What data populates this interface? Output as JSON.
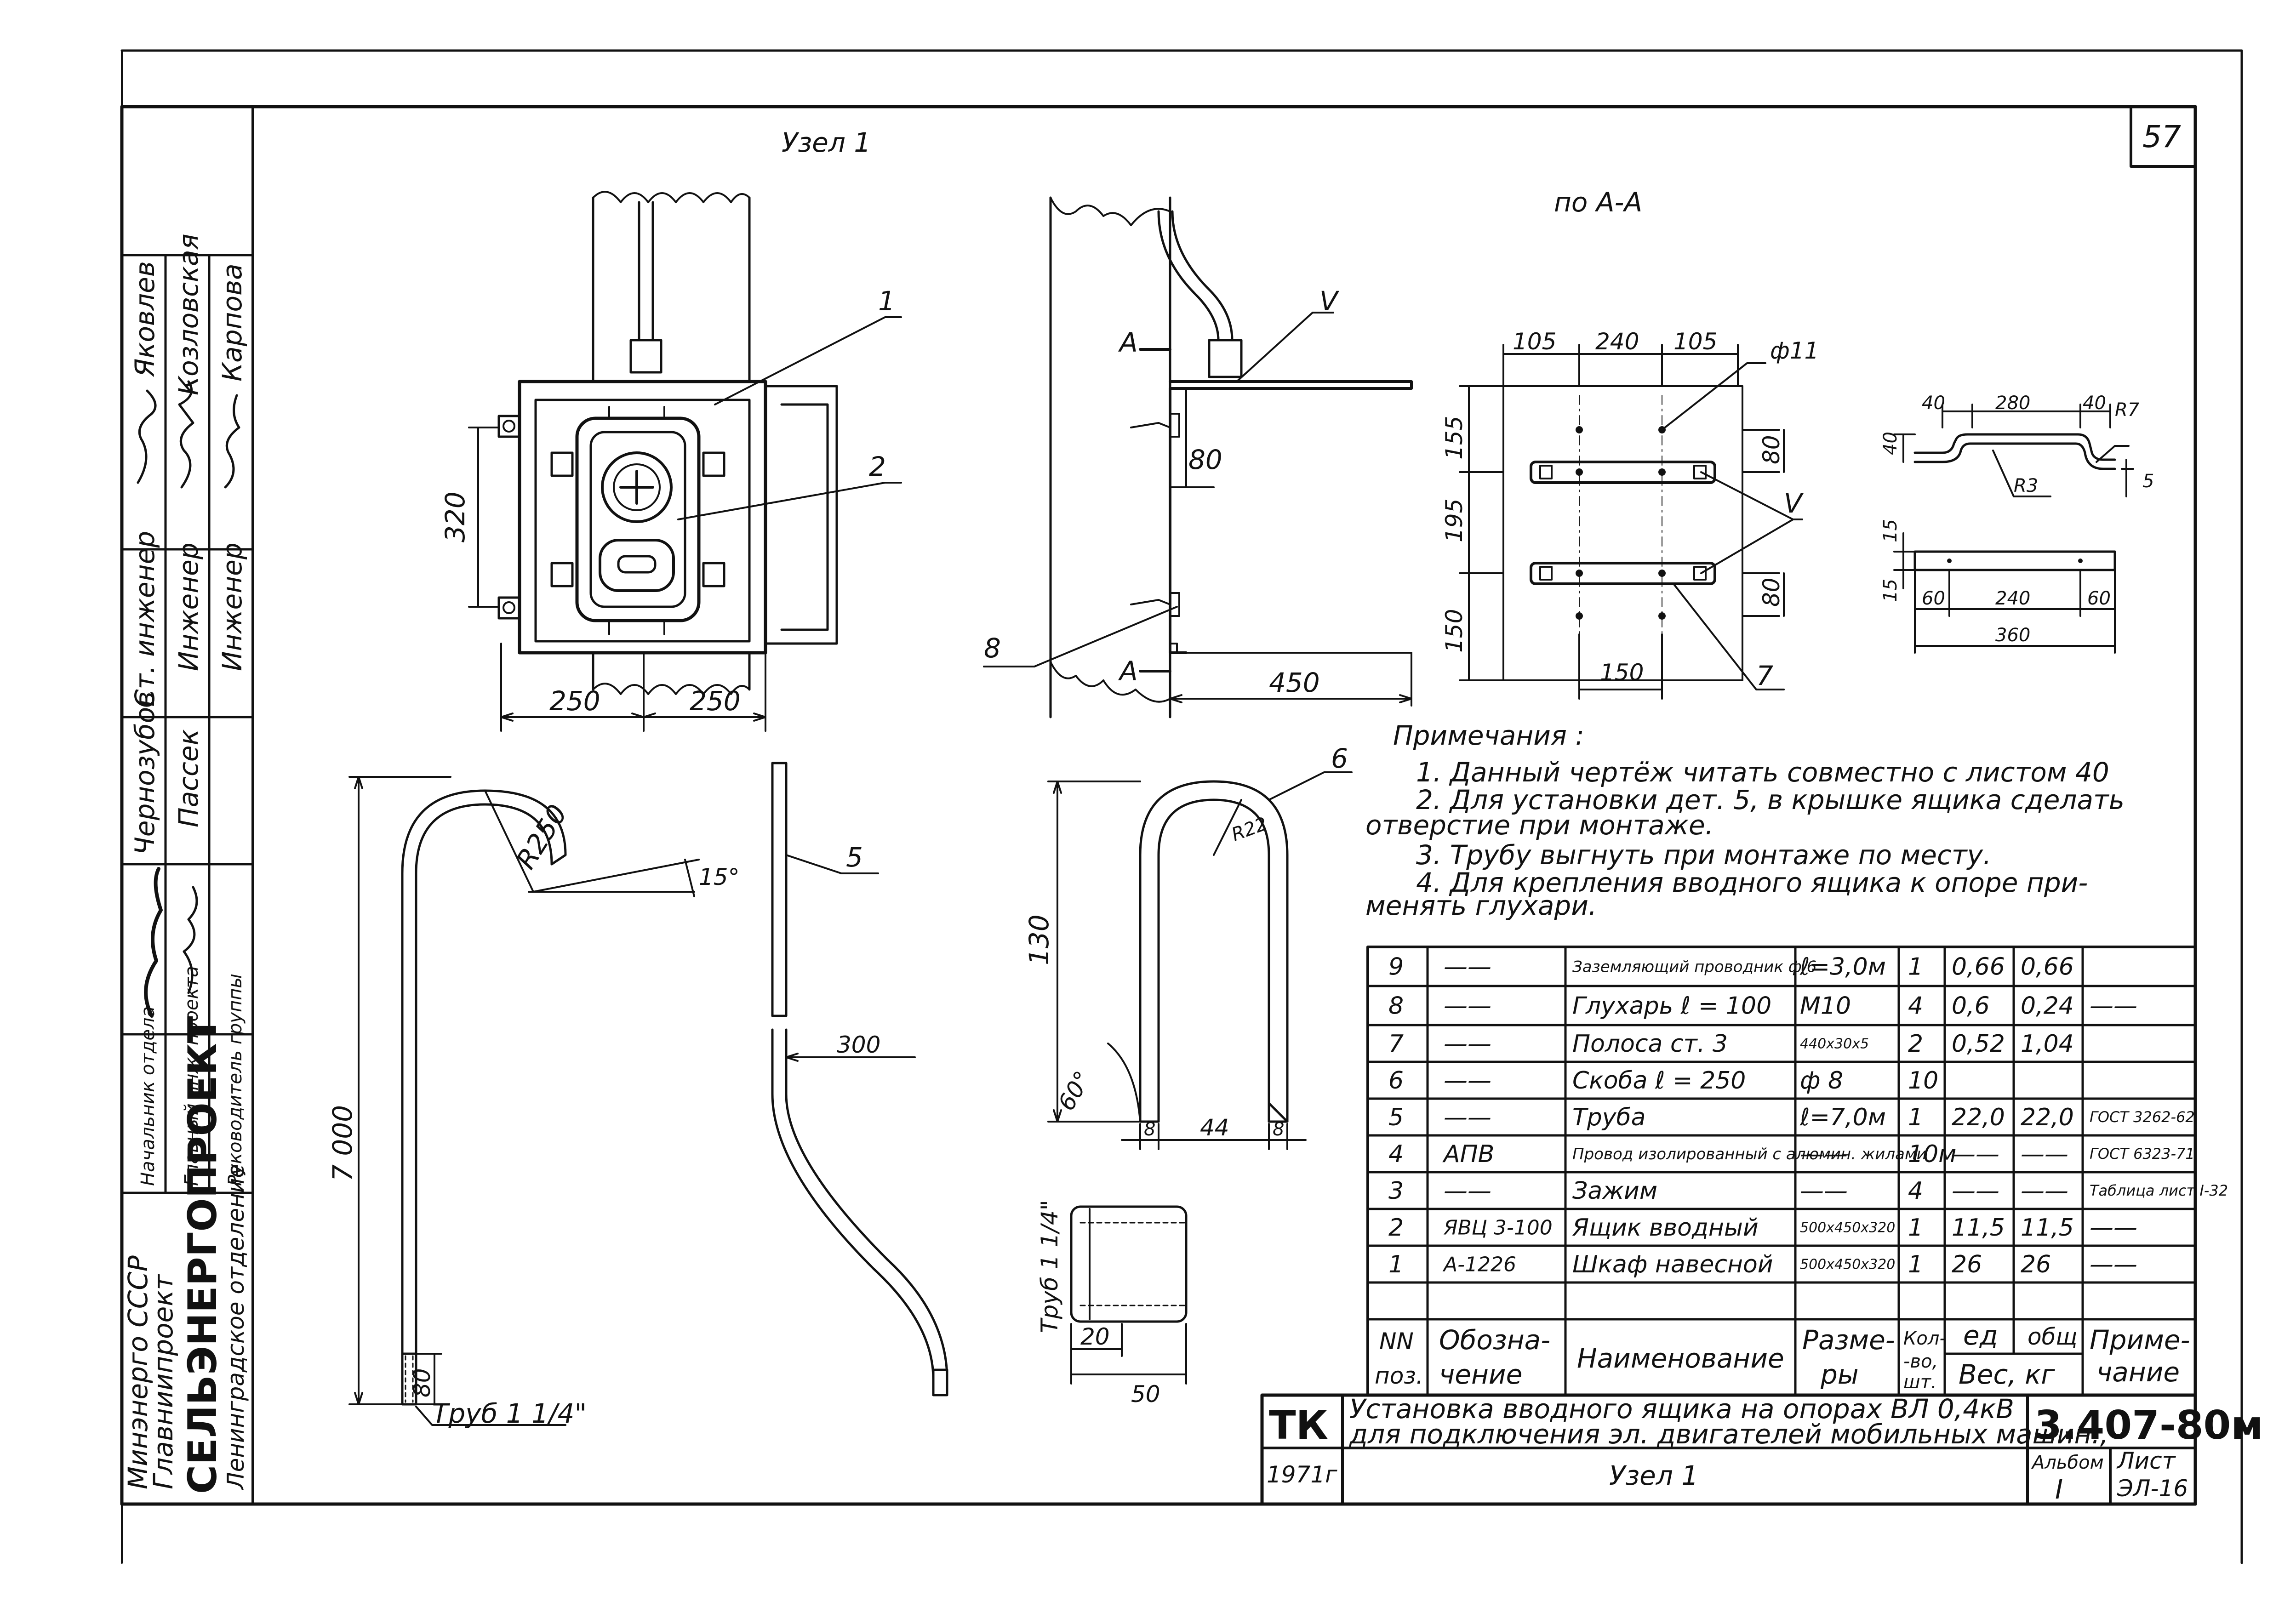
{
  "sheet": {
    "number": "57",
    "node_title": "Узел 1",
    "section_title": "по А-А"
  },
  "left_block": {
    "names": [
      "Яковлев",
      "Козловская",
      "Карпова",
      "Чернозубов",
      "Пассек"
    ],
    "positions": [
      "Ст. инженер",
      "Инженер",
      "Инженер"
    ],
    "roles": [
      "Начальник отдела",
      "Главный инж. проекта",
      "Руководитель группы"
    ],
    "org_lines": [
      "Минэнерго СССР",
      "Главниипроект",
      "СЕЛЬЭНЕРГОПРОЕКТ",
      "Ленинградское отделение"
    ]
  },
  "view_front": {
    "labels": {
      "pos1": "1",
      "pos2": "2",
      "pos8": "8"
    },
    "dims": {
      "h320": "320",
      "w250a": "250",
      "w250b": "250"
    }
  },
  "view_side": {
    "labels": {
      "a_top": "А",
      "a_bottom": "А",
      "v": "V"
    },
    "dims": {
      "d80": "80",
      "d450": "450"
    }
  },
  "view_section": {
    "dims": {
      "d105a": "105",
      "d240": "240",
      "d105b": "105",
      "phi11": "ф11",
      "d155": "155",
      "d195": "195",
      "d150": "150",
      "d80a": "80",
      "d80b": "80",
      "d150b": "150"
    },
    "labels": {
      "v": "V",
      "pos7": "7"
    }
  },
  "view_strip": {
    "dims": {
      "d40a": "40",
      "d280": "280",
      "d40b": "40",
      "r7": "R7",
      "d40v": "40",
      "r3": "R3",
      "d5": "5",
      "d15a": "15",
      "d15b": "15",
      "d60a": "60",
      "d240": "240",
      "d60b": "60",
      "d360": "360"
    }
  },
  "view_pipe": {
    "dims": {
      "r250": "R250",
      "a15": "15°",
      "h7000": "7 000",
      "d80": "80"
    },
    "caption": "Труб 1 1/4\""
  },
  "view_pipe5": {
    "labels": {
      "pos5": "5"
    },
    "dims": {
      "d300": "300"
    }
  },
  "view_bracket": {
    "labels": {
      "pos6": "6"
    },
    "dims": {
      "r22": "R22",
      "h130": "130",
      "a60": "60°",
      "d8a": "8",
      "d44": "44",
      "d8b": "8"
    }
  },
  "view_sleeve": {
    "caption": "Труб 1 1/4\"",
    "dims": {
      "d20": "20",
      "d50": "50"
    }
  },
  "notes": {
    "title": "Примечания :",
    "lines": [
      "1. Данный чертёж читать совместно с листом 40",
      "2. Для установки дет. 5, в крышке ящика сделать",
      "отверстие при монтаже.",
      "3. Трубу выгнуть при монтаже по месту.",
      "4. Для крепления вводного ящика к опоре при-",
      "менять глухари."
    ]
  },
  "spec_table": {
    "rows": [
      {
        "pos": "9",
        "code": "——",
        "name": "Заземляющий проводник ф 6",
        "size": "ℓ=3,0м",
        "qty": "1",
        "w_unit": "0,66",
        "w_total": "0,66",
        "note": ""
      },
      {
        "pos": "8",
        "code": "——",
        "name": "Глухарь ℓ = 100",
        "size": "М10",
        "qty": "4",
        "w_unit": "0,6",
        "w_total": "0,24",
        "note": "——"
      },
      {
        "pos": "7",
        "code": "——",
        "name": "Полоса ст. 3",
        "size": "440x30x5",
        "qty": "2",
        "w_unit": "0,52",
        "w_total": "1,04",
        "note": ""
      },
      {
        "pos": "6",
        "code": "——",
        "name": "Скоба ℓ = 250",
        "size": "ф 8",
        "qty": "10",
        "w_unit": "",
        "w_total": "",
        "note": ""
      },
      {
        "pos": "5",
        "code": "——",
        "name": "Труба",
        "size": "ℓ=7,0м",
        "qty": "1",
        "w_unit": "22,0",
        "w_total": "22,0",
        "note": "ГОСТ 3262-62"
      },
      {
        "pos": "4",
        "code": "АПВ",
        "name": "Провод изолированный с алюмин. жилами",
        "size": "——",
        "qty": "10м",
        "w_unit": "——",
        "w_total": "——",
        "note": "ГОСТ 6323-71"
      },
      {
        "pos": "3",
        "code": "——",
        "name": "Зажим",
        "size": "——",
        "qty": "4",
        "w_unit": "——",
        "w_total": "——",
        "note": "Таблица лист I-32"
      },
      {
        "pos": "2",
        "code": "ЯВЦ 3-100",
        "name": "Ящик вводный",
        "size": "500x450x320",
        "qty": "1",
        "w_unit": "11,5",
        "w_total": "11,5",
        "note": "——"
      },
      {
        "pos": "1",
        "code": "А-1226",
        "name": "Шкаф навесной",
        "size": "500x450x320",
        "qty": "1",
        "w_unit": "26",
        "w_total": "26",
        "note": "——"
      }
    ],
    "header": {
      "pos_a": "NN",
      "pos_b": "поз.",
      "code_a": "Обозна-",
      "code_b": "чение",
      "name": "Наименование",
      "size_a": "Разме-",
      "size_b": "ры",
      "qty_a": "Кол-",
      "qty_b": "-во,",
      "qty_c": "шт.",
      "w_unit": "ед",
      "w_total": "общ",
      "weight": "Вес, кг",
      "note_a": "Приме-",
      "note_b": "чание"
    }
  },
  "title_block": {
    "tk": "ТК",
    "title_line1": "Установка вводного ящика на опорах ВЛ 0,4кВ",
    "title_line2": "для подключения эл. двигателей мобильных машин.,",
    "code": "3.407-80м",
    "year": "1971г",
    "subject": "Узел 1",
    "album_label": "Альбом",
    "album": "I",
    "sheet_label": "Лист",
    "sheet": "ЭЛ-16"
  }
}
